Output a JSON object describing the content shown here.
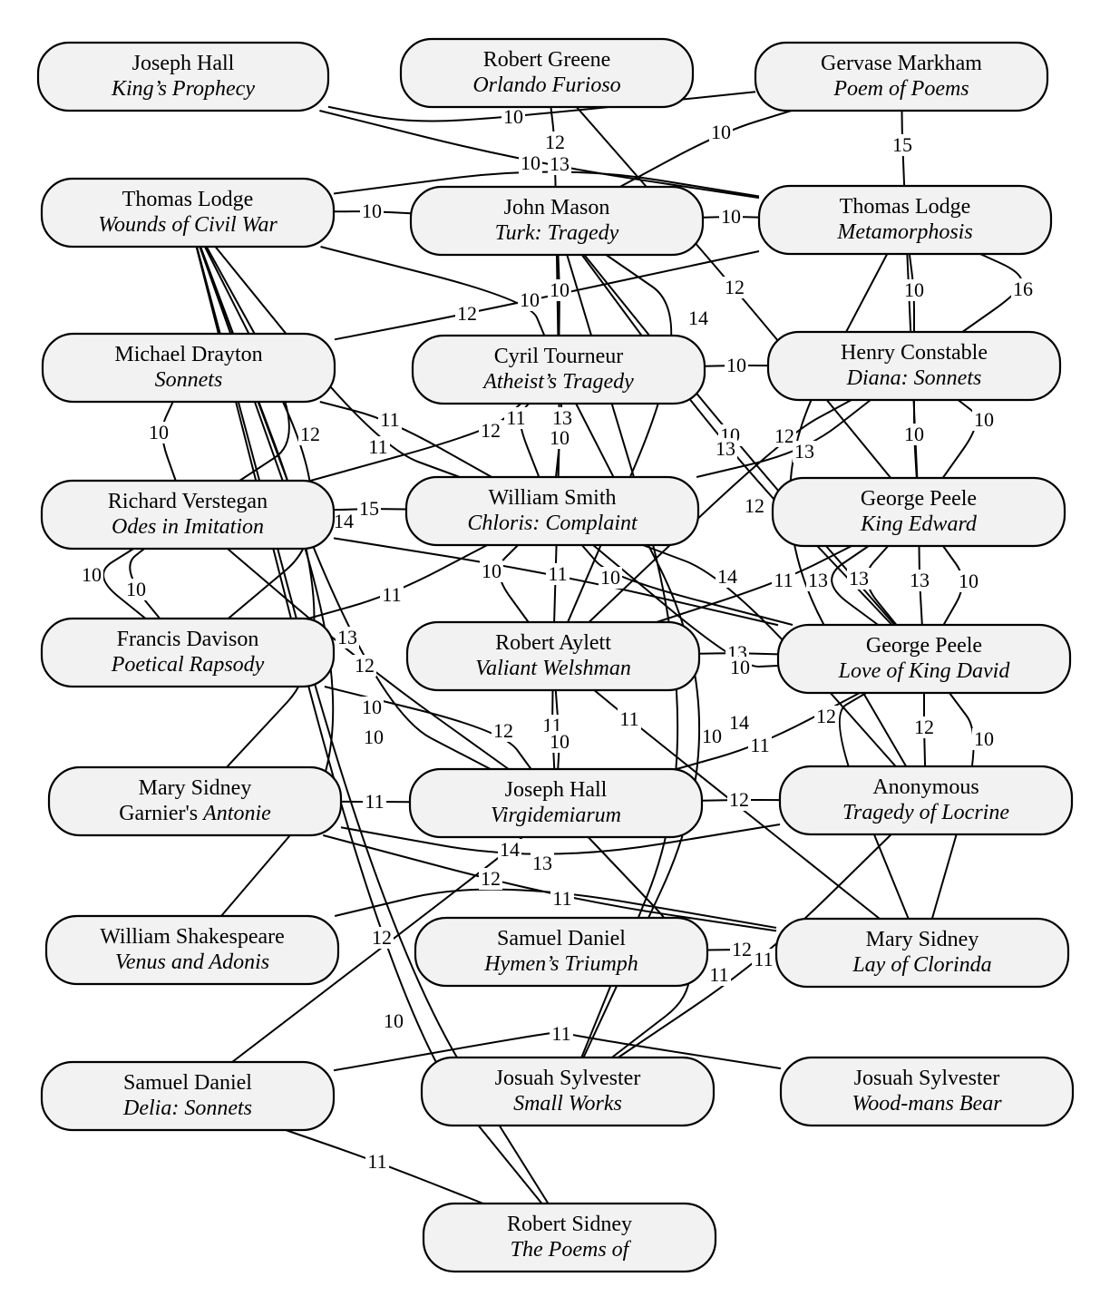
{
  "nodes": [
    {
      "id": "hall-kings",
      "author": "Joseph Hall",
      "title": "King’s Prophecy"
    },
    {
      "id": "greene-orlando",
      "author": "Robert Greene",
      "title": "Orlando Furioso"
    },
    {
      "id": "markham-poem",
      "author": "Gervase Markham",
      "title": "Poem of Poems"
    },
    {
      "id": "lodge-wounds",
      "author": "Thomas Lodge",
      "title": "Wounds of Civil War"
    },
    {
      "id": "mason-turk",
      "author": "John Mason",
      "title": "Turk: Tragedy"
    },
    {
      "id": "lodge-meta",
      "author": "Thomas Lodge",
      "title": "Metamorphosis"
    },
    {
      "id": "drayton-sonnets",
      "author": "Michael Drayton",
      "title": "Sonnets"
    },
    {
      "id": "tourneur-atheist",
      "author": "Cyril Tourneur",
      "title": "Atheist’s Tragedy"
    },
    {
      "id": "constable-diana",
      "author": "Henry Constable",
      "title": "Diana: Sonnets"
    },
    {
      "id": "verstegan-odes",
      "author": "Richard Verstegan",
      "title": "Odes in Imitation"
    },
    {
      "id": "smith-chloris",
      "author": "William Smith",
      "title": "Chloris: Complaint"
    },
    {
      "id": "peele-edward",
      "author": "George Peele",
      "title": "King Edward"
    },
    {
      "id": "davison-rapsody",
      "author": "Francis Davison",
      "title": "Poetical Rapsody"
    },
    {
      "id": "aylett-valiant",
      "author": "Robert Aylett",
      "title": "Valiant Welshman"
    },
    {
      "id": "peele-david",
      "author": "George Peele",
      "title": "Love of King David"
    },
    {
      "id": "msidney-antonie",
      "author": "Mary Sidney",
      "title_prefix": "Garnier's ",
      "title": "Antonie"
    },
    {
      "id": "hall-virgid",
      "author": "Joseph Hall",
      "title": "Virgidemiarum"
    },
    {
      "id": "anon-locrine",
      "author": "Anonymous",
      "title": "Tragedy of Locrine"
    },
    {
      "id": "shakespeare-venus",
      "author": "William Shakespeare",
      "title": "Venus and Adonis"
    },
    {
      "id": "daniel-hymen",
      "author": "Samuel Daniel",
      "title": "Hymen’s Triumph"
    },
    {
      "id": "msidney-clorinda",
      "author": "Mary Sidney",
      "title": "Lay of Clorinda"
    },
    {
      "id": "daniel-delia",
      "author": "Samuel Daniel",
      "title": "Delia: Sonnets"
    },
    {
      "id": "sylvester-small",
      "author": "Josuah Sylvester",
      "title": "Small Works"
    },
    {
      "id": "sylvester-wood",
      "author": "Josuah Sylvester",
      "title": "Wood-mans Bear"
    },
    {
      "id": "rsidney-poems",
      "author": "Robert Sidney",
      "title": "The Poems of"
    }
  ],
  "edges": [
    {
      "from": "hall-kings",
      "to": "markham-poem",
      "weight": "10"
    },
    {
      "from": "greene-orlando",
      "to": "tourneur-atheist",
      "weight": "12"
    },
    {
      "from": "markham-poem",
      "to": "mason-turk",
      "weight": "10"
    },
    {
      "from": "hall-kings",
      "to": "lodge-meta",
      "weight": "10"
    },
    {
      "from": "lodge-wounds",
      "to": "lodge-meta",
      "weight": "13"
    },
    {
      "from": "markham-poem",
      "to": "peele-edward",
      "weight": "15"
    },
    {
      "from": "lodge-wounds",
      "to": "mason-turk",
      "weight": "10"
    },
    {
      "from": "mason-turk",
      "to": "lodge-meta",
      "weight": "10"
    },
    {
      "from": "lodge-meta",
      "to": "drayton-sonnets",
      "weight": "12"
    },
    {
      "from": "tourneur-atheist",
      "to": "lodge-wounds",
      "weight": "10"
    },
    {
      "from": "mason-turk",
      "to": "tourneur-atheist",
      "weight": "10"
    },
    {
      "from": "greene-orlando",
      "to": "peele-edward",
      "weight": "12"
    },
    {
      "from": "mason-turk",
      "to": "aylett-valiant",
      "weight": "14"
    },
    {
      "from": "lodge-meta",
      "to": "constable-diana",
      "weight": "10"
    },
    {
      "from": "lodge-meta",
      "to": "constable-diana",
      "weight": "16"
    },
    {
      "from": "tourneur-atheist",
      "to": "constable-diana",
      "weight": "10"
    },
    {
      "from": "drayton-sonnets",
      "to": "verstegan-odes",
      "weight": "10"
    },
    {
      "from": "drayton-sonnets",
      "to": "smith-chloris",
      "weight": "11"
    },
    {
      "from": "lodge-wounds",
      "to": "verstegan-odes",
      "weight": "12"
    },
    {
      "from": "lodge-wounds",
      "to": "smith-chloris",
      "weight": "11"
    },
    {
      "from": "verstegan-odes",
      "to": "tourneur-atheist",
      "weight": "12"
    },
    {
      "from": "tourneur-atheist",
      "to": "smith-chloris",
      "weight": "11"
    },
    {
      "from": "tourneur-atheist",
      "to": "smith-chloris",
      "weight": "13"
    },
    {
      "from": "tourneur-atheist",
      "to": "aylett-valiant",
      "weight": "10"
    },
    {
      "from": "constable-diana",
      "to": "peele-edward",
      "weight": "10"
    },
    {
      "from": "constable-diana",
      "to": "peele-edward",
      "weight": "10"
    },
    {
      "from": "mason-turk",
      "to": "peele-david",
      "weight": "10"
    },
    {
      "from": "mason-turk",
      "to": "peele-david",
      "weight": "13"
    },
    {
      "from": "constable-diana",
      "to": "aylett-valiant",
      "weight": "12"
    },
    {
      "from": "constable-diana",
      "to": "smith-chloris",
      "weight": "13"
    },
    {
      "from": "lodge-meta",
      "to": "anon-locrine",
      "weight": "12"
    },
    {
      "from": "verstegan-odes",
      "to": "smith-chloris",
      "weight": "15"
    },
    {
      "from": "lodge-wounds",
      "to": "davison-rapsody",
      "weight": "14"
    },
    {
      "from": "verstegan-odes",
      "to": "davison-rapsody",
      "weight": "10"
    },
    {
      "from": "verstegan-odes",
      "to": "davison-rapsody",
      "weight": "10"
    },
    {
      "from": "smith-chloris",
      "to": "davison-rapsody",
      "weight": "11"
    },
    {
      "from": "smith-chloris",
      "to": "aylett-valiant",
      "weight": "10"
    },
    {
      "from": "verstegan-odes",
      "to": "peele-david",
      "weight": "11"
    },
    {
      "from": "smith-chloris",
      "to": "peele-david",
      "weight": "10"
    },
    {
      "from": "smith-chloris",
      "to": "anon-locrine",
      "weight": "14"
    },
    {
      "from": "peele-edward",
      "to": "aylett-valiant",
      "weight": "11"
    },
    {
      "from": "peele-edward",
      "to": "peele-david",
      "weight": "13"
    },
    {
      "from": "peele-edward",
      "to": "peele-david",
      "weight": "13"
    },
    {
      "from": "peele-edward",
      "to": "peele-david",
      "weight": "13"
    },
    {
      "from": "peele-edward",
      "to": "peele-david",
      "weight": "10"
    },
    {
      "from": "lodge-wounds",
      "to": "msidney-antonie",
      "weight": "13"
    },
    {
      "from": "verstegan-odes",
      "to": "hall-virgid",
      "weight": "12"
    },
    {
      "from": "aylett-valiant",
      "to": "peele-david",
      "weight": "13"
    },
    {
      "from": "smith-chloris",
      "to": "peele-david",
      "weight": "10"
    },
    {
      "from": "lodge-wounds",
      "to": "hall-virgid",
      "weight": "10"
    },
    {
      "from": "lodge-wounds",
      "to": "shakespeare-venus",
      "weight": "10"
    },
    {
      "from": "davison-rapsody",
      "to": "hall-virgid",
      "weight": "12"
    },
    {
      "from": "aylett-valiant",
      "to": "hall-virgid",
      "weight": "11"
    },
    {
      "from": "aylett-valiant",
      "to": "hall-virgid",
      "weight": "10"
    },
    {
      "from": "aylett-valiant",
      "to": "msidney-clorinda",
      "weight": "11"
    },
    {
      "from": "mason-turk",
      "to": "sylvester-small",
      "weight": "10"
    },
    {
      "from": "tourneur-atheist",
      "to": "sylvester-small",
      "weight": "14"
    },
    {
      "from": "hall-virgid",
      "to": "peele-david",
      "weight": "11"
    },
    {
      "from": "peele-david",
      "to": "msidney-clorinda",
      "weight": "12"
    },
    {
      "from": "peele-david",
      "to": "anon-locrine",
      "weight": "12"
    },
    {
      "from": "peele-david",
      "to": "msidney-clorinda",
      "weight": "10"
    },
    {
      "from": "msidney-antonie",
      "to": "hall-virgid",
      "weight": "11"
    },
    {
      "from": "hall-virgid",
      "to": "anon-locrine",
      "weight": "12"
    },
    {
      "from": "hall-virgid",
      "to": "daniel-delia",
      "weight": "14"
    },
    {
      "from": "msidney-antonie",
      "to": "anon-locrine",
      "weight": "13"
    },
    {
      "from": "shakespeare-venus",
      "to": "msidney-clorinda",
      "weight": "12"
    },
    {
      "from": "msidney-antonie",
      "to": "msidney-clorinda",
      "weight": "11"
    },
    {
      "from": "lodge-wounds",
      "to": "rsidney-poems",
      "weight": "12"
    },
    {
      "from": "daniel-hymen",
      "to": "msidney-clorinda",
      "weight": "12"
    },
    {
      "from": "anon-locrine",
      "to": "sylvester-small",
      "weight": "11"
    },
    {
      "from": "sylvester-small",
      "to": "hall-virgid",
      "weight": "11"
    },
    {
      "from": "lodge-wounds",
      "to": "rsidney-poems",
      "weight": "10"
    },
    {
      "from": "daniel-delia",
      "to": "sylvester-wood",
      "weight": "11"
    },
    {
      "from": "daniel-delia",
      "to": "rsidney-poems",
      "weight": "11"
    }
  ]
}
